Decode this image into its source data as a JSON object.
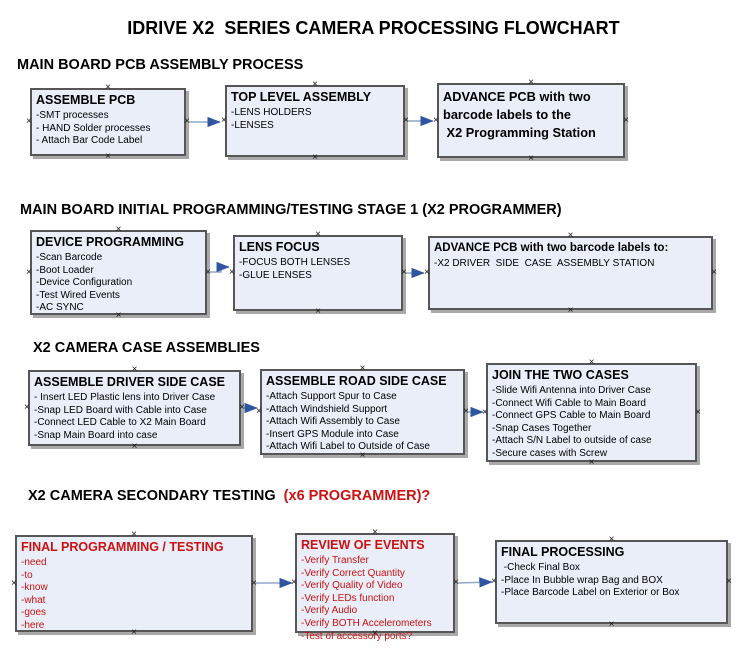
{
  "page": {
    "title": "IDRIVE X2  SERIES CAMERA PROCESSING FLOWCHART"
  },
  "colors": {
    "box_fill": "#e9eef8",
    "box_border": "#565656",
    "box_shadow": "#a9a9a9",
    "red_text": "#cc1111",
    "connector_line": "#8fa8c8",
    "connector_arrowhead": "#2f55a0",
    "handle_icon": "#1a1a1a"
  },
  "icons": {
    "connection_handle": "×",
    "arrowhead": "solid right triangle"
  },
  "sections": [
    {
      "header": "MAIN BOARD PCB ASSEMBLY PROCESS",
      "boxes": [
        {
          "title": "ASSEMBLE PCB",
          "lines": [
            "-SMT processes",
            "- HAND Solder processes",
            "- Attach Bar Code Label"
          ]
        },
        {
          "title": "TOP LEVEL ASSEMBLY",
          "lines": [
            "-LENS HOLDERS",
            "-LENSES"
          ]
        },
        {
          "title": "",
          "lines": [
            "ADVANCE PCB with two",
            "barcode labels to the",
            " X2 Programming Station"
          ]
        }
      ]
    },
    {
      "header": "MAIN BOARD INITIAL PROGRAMMING/TESTING STAGE 1 (X2 PROGRAMMER)",
      "boxes": [
        {
          "title": "DEVICE PROGRAMMING",
          "lines": [
            "-Scan Barcode",
            "-Boot Loader",
            "-Device Configuration",
            "-Test Wired Events",
            "-AC SYNC"
          ]
        },
        {
          "title": "LENS FOCUS",
          "lines": [
            "-FOCUS BOTH LENSES",
            "-GLUE LENSES"
          ]
        },
        {
          "title": "ADVANCE PCB with two barcode labels to:",
          "lines": [
            "-X2 DRIVER  SIDE  CASE  ASSEMBLY STATION"
          ]
        }
      ]
    },
    {
      "header": "X2 CAMERA CASE ASSEMBLIES",
      "boxes": [
        {
          "title": "ASSEMBLE DRIVER SIDE CASE",
          "lines": [
            "- Insert LED Plastic lens into Driver Case",
            "-Snap LED Board with Cable into Case",
            "-Connect LED Cable to X2 Main Board",
            "-Snap Main Board into case"
          ]
        },
        {
          "title": "ASSEMBLE ROAD SIDE CASE",
          "lines": [
            "-Attach Support Spur to Case",
            "-Attach Windshield Support",
            "-Attach Wifi Assembly to Case",
            "-Insert GPS Module into Case",
            "-Attach Wifi Label to Outside of Case"
          ]
        },
        {
          "title": "JOIN THE TWO CASES",
          "lines": [
            "-Slide Wifi Antenna into Driver Case",
            "-Connect Wifi Cable to Main Board",
            "-Connect GPS Cable to Main Board",
            "-Snap Cases Together",
            "-Attach S/N Label to outside of case",
            "-Secure cases with Screw"
          ]
        }
      ]
    },
    {
      "header": "X2 CAMERA SECONDARY TESTING  ",
      "header_red": "(x6 PROGRAMMER)?",
      "boxes": [
        {
          "title": "FINAL PROGRAMMING / TESTING",
          "lines": [
            "-need",
            "-to",
            "-know",
            "-what",
            "-goes",
            "-here"
          ]
        },
        {
          "title": "REVIEW OF EVENTS",
          "lines": [
            "-Verify Transfer",
            "-Verify Correct Quantity",
            "-Verify Quality of Video",
            "-Verify LEDs function",
            "-Verify Audio",
            "-Verify BOTH Accelerometers",
            "-Test of accessory ports?"
          ]
        },
        {
          "title": "FINAL PROCESSING",
          "lines": [
            " -Check Final Box",
            "-Place In Bubble wrap Bag and BOX",
            "-Place Barcode Label on Exterior or Box"
          ]
        }
      ]
    }
  ]
}
